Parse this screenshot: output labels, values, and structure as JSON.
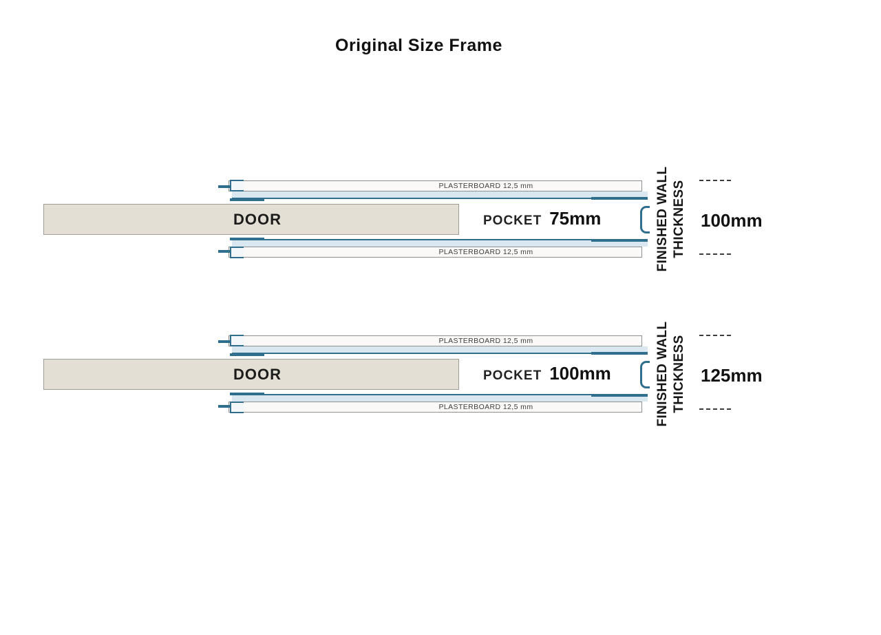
{
  "title": "Original Size Frame",
  "colors": {
    "frame_teal": "#2f6e8c",
    "track_blue": "#d9e7f1",
    "plasterboard_fill": "#faf9f7",
    "door_fill": "#e3dfd4",
    "border_gray": "#8f8f8f",
    "text": "#1f1f1f"
  },
  "diagrams": [
    {
      "door_label": "DOOR",
      "pocket_word": "POCKET",
      "pocket_size": "75mm",
      "plasterboard_top": "PLASTERBOARD 12,5 mm",
      "plasterboard_bottom": "PLASTERBOARD 12,5 mm",
      "wall_label_line1": "FINISHED WALL",
      "wall_label_line2": "THICKNESS",
      "wall_thickness": "100mm"
    },
    {
      "door_label": "DOOR",
      "pocket_word": "POCKET",
      "pocket_size": "100mm",
      "plasterboard_top": "PLASTERBOARD 12,5 mm",
      "plasterboard_bottom": "PLASTERBOARD 12,5 mm",
      "wall_label_line1": "FINISHED WALL",
      "wall_label_line2": "THICKNESS",
      "wall_thickness": "125mm"
    }
  ]
}
